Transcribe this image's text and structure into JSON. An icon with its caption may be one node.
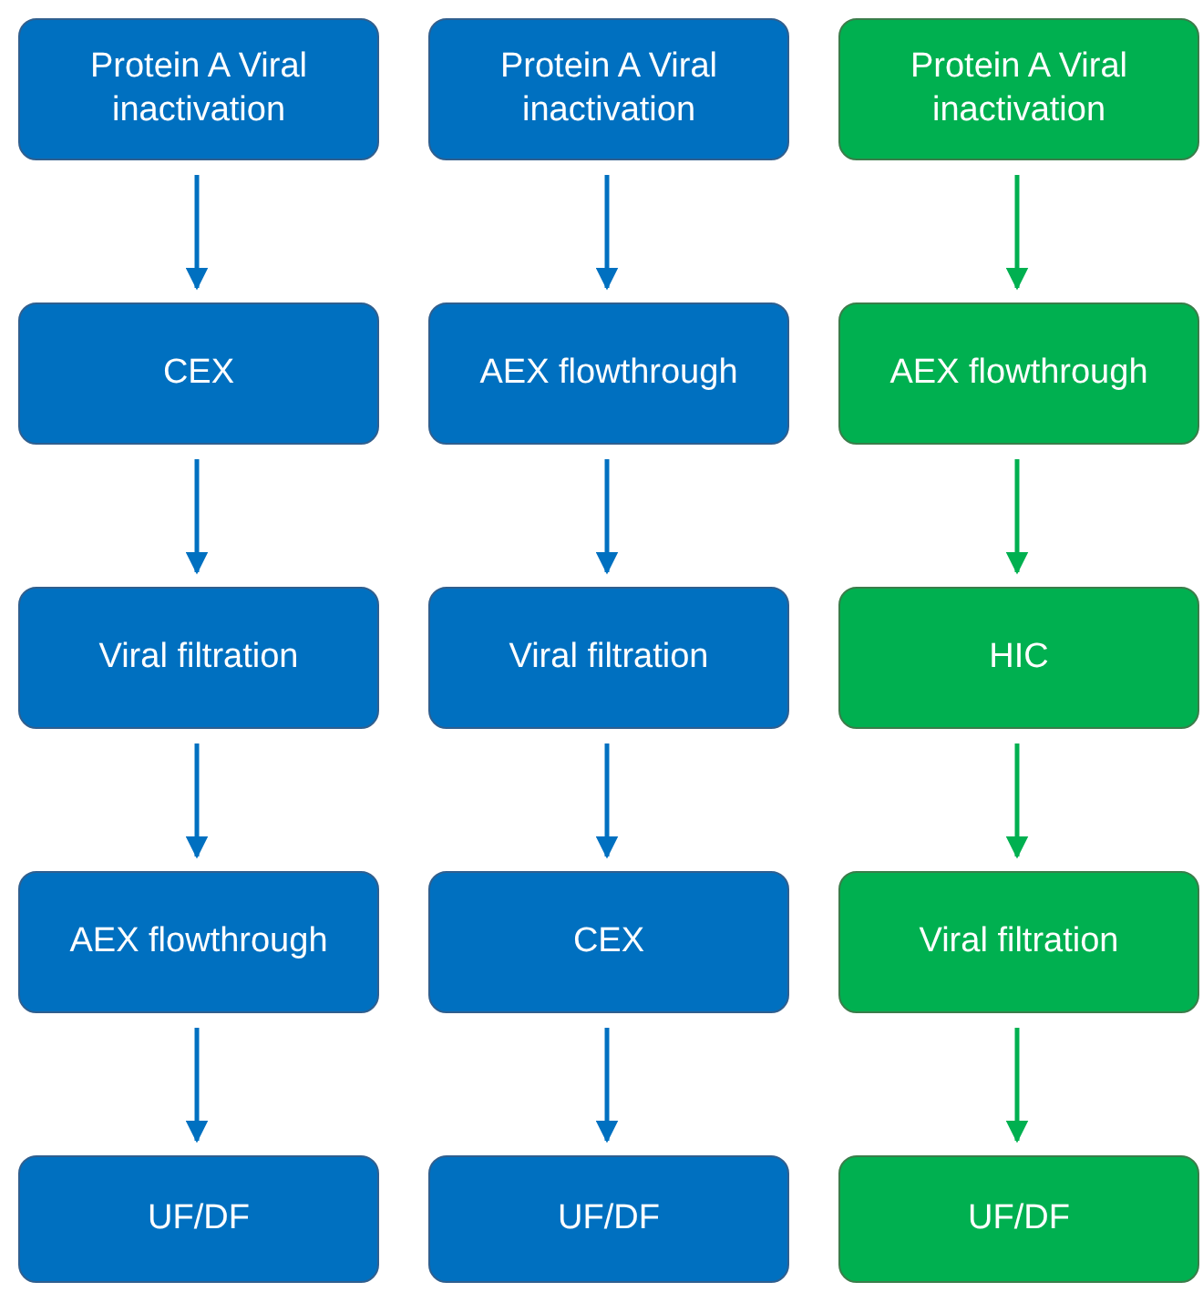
{
  "diagram": {
    "nodes": [
      {
        "text": [
          "Protein A Viral inactivation"
        ]
      },
      {
        "text": [
          "CEX"
        ]
      },
      {
        "text": [
          "Viral filtration"
        ]
      },
      {
        "text": [
          "AEX flowthrough"
        ]
      },
      {
        "text": [
          "UF/DF"
        ]
      },
      {
        "text": [
          "Protein A Viral inactivation"
        ]
      },
      {
        "text": [
          "AEX flowthrough"
        ]
      },
      {
        "text": [
          "Viral filtration"
        ]
      },
      {
        "text": [
          "CEX"
        ]
      },
      {
        "text": [
          "UF/DF"
        ]
      },
      {
        "text": [
          "Protein A Viral inactivation"
        ]
      },
      {
        "text": [
          "AEX flowthrough"
        ]
      },
      {
        "text": [
          "HIC"
        ]
      },
      {
        "text": [
          "Viral filtration"
        ]
      },
      {
        "text": [
          "UF/DF"
        ]
      }
    ],
    "edges": [
      {
        "from": 0,
        "to": 1,
        "arrow": "to"
      },
      {
        "from": 1,
        "to": 2,
        "arrow": "to"
      },
      {
        "from": 2,
        "to": 3,
        "arrow": "to"
      },
      {
        "from": 3,
        "to": 4,
        "arrow": "to"
      },
      {
        "from": 5,
        "to": 6,
        "arrow": "to"
      },
      {
        "from": 6,
        "to": 7,
        "arrow": "to"
      },
      {
        "from": 7,
        "to": 8,
        "arrow": "to"
      },
      {
        "from": 8,
        "to": 9,
        "arrow": "to"
      },
      {
        "from": 10,
        "to": 11,
        "arrow": "to",
        "color": "#00b050"
      },
      {
        "from": 11,
        "to": 12,
        "arrow": "to",
        "color": "#00b050"
      },
      {
        "from": 12,
        "to": 13,
        "arrow": "to",
        "color": "#00b050"
      },
      {
        "from": 13,
        "to": 14,
        "arrow": "to",
        "color": "#00b050"
      }
    ]
  }
}
